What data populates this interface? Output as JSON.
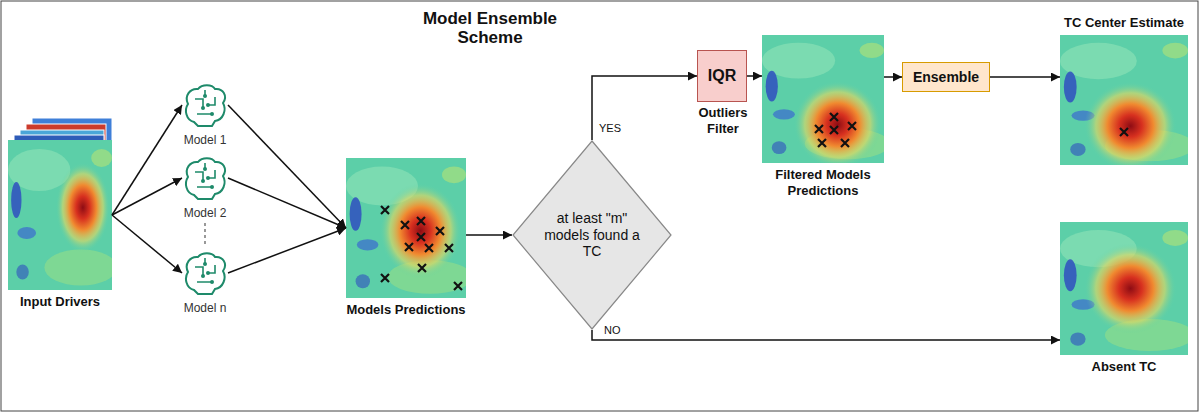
{
  "diagram": {
    "title": "Model Ensemble Scheme",
    "nodes": [
      {
        "text": [
          "Input Drivers"
        ]
      },
      {
        "text": [
          "Model 1"
        ]
      },
      {
        "text": [
          "Model 2"
        ]
      },
      {
        "text": [
          "Model n"
        ]
      },
      {
        "text": [
          "Models Predictions"
        ]
      },
      {
        "text": [
          "at least \"m\" models found a TC"
        ]
      },
      {
        "text": [
          "IQR",
          "Outliers Filter"
        ]
      },
      {
        "text": [
          "Filtered Models Predictions"
        ]
      },
      {
        "text": [
          "Ensemble"
        ]
      },
      {
        "text": [
          "TC Center Estimate"
        ]
      },
      {
        "text": [
          "Absent TC"
        ]
      }
    ],
    "edges": [
      {
        "from": 0,
        "to": 1,
        "arrow": "to"
      },
      {
        "from": 0,
        "to": 2,
        "arrow": "to"
      },
      {
        "from": 0,
        "to": 3,
        "arrow": "to"
      },
      {
        "from": 1,
        "to": 4,
        "arrow": "to"
      },
      {
        "from": 2,
        "to": 4,
        "arrow": "to"
      },
      {
        "from": 3,
        "to": 4,
        "arrow": "to"
      },
      {
        "from": 4,
        "to": 5,
        "arrow": "to"
      },
      {
        "from": 5,
        "to": 6,
        "label": "YES",
        "arrow": "to"
      },
      {
        "from": 6,
        "to": 7,
        "arrow": "to"
      },
      {
        "from": 7,
        "to": 8,
        "arrow": "to"
      },
      {
        "from": 8,
        "to": 9,
        "arrow": "to"
      },
      {
        "from": 5,
        "to": 10,
        "label": "NO",
        "arrow": "to"
      }
    ]
  }
}
